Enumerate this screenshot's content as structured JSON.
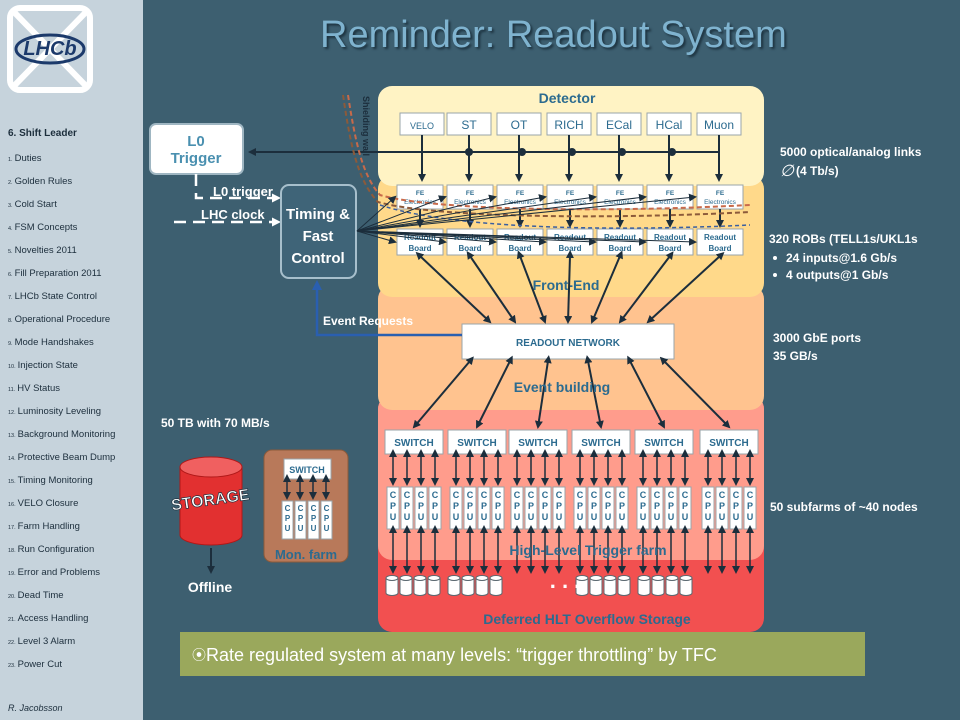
{
  "title": "Reminder: Readout System",
  "logo_text": "LHCb",
  "sidebar": {
    "heading": "6. Shift Leader",
    "items": [
      {
        "num": "1.",
        "label": "Duties"
      },
      {
        "num": "2.",
        "label": "Golden Rules"
      },
      {
        "num": "3.",
        "label": "Cold Start"
      },
      {
        "num": "4.",
        "label": "FSM Concepts"
      },
      {
        "num": "5.",
        "label": "Novelties 2011"
      },
      {
        "num": "6.",
        "label": "Fill Preparation 2011"
      },
      {
        "num": "7.",
        "label": "LHCb State Control"
      },
      {
        "num": "8.",
        "label": "Operational Procedure"
      },
      {
        "num": "9.",
        "label": "Mode Handshakes"
      },
      {
        "num": "10.",
        "label": "Injection State"
      },
      {
        "num": "11.",
        "label": "HV Status"
      },
      {
        "num": "12.",
        "label": "Luminosity Leveling"
      },
      {
        "num": "13.",
        "label": "Background Monitoring"
      },
      {
        "num": "14.",
        "label": "Protective Beam Dump"
      },
      {
        "num": "15.",
        "label": "Timing Monitoring"
      },
      {
        "num": "16.",
        "label": "VELO Closure"
      },
      {
        "num": "17.",
        "label": "Farm Handling"
      },
      {
        "num": "18.",
        "label": "Run Configuration"
      },
      {
        "num": "19.",
        "label": "Error and Problems"
      },
      {
        "num": "20.",
        "label": "Dead Time"
      },
      {
        "num": "21.",
        "label": "Access Handling"
      },
      {
        "num": "22.",
        "label": "Level 3 Alarm"
      },
      {
        "num": "23.",
        "label": "Power Cut"
      }
    ],
    "author": "R. Jacobsson"
  },
  "diagram": {
    "detector_label": "Detector",
    "subdetectors": [
      "VELO",
      "ST",
      "OT",
      "RICH",
      "ECal",
      "HCal",
      "Muon"
    ],
    "shielding_label": "Shielding wall",
    "fe_line1": "FE",
    "fe_line2": "Electronics",
    "rb_line1": "Readout",
    "rb_line2": "Board",
    "front_end_label": "Front-End",
    "readout_network": "READOUT NETWORK",
    "event_building_label": "Event building",
    "switch_label": "SWITCH",
    "cpu_letters": [
      "C",
      "P",
      "U"
    ],
    "hlt_label": "High-Level Trigger farm",
    "deferred_label": "Deferred HLT Overflow Storage",
    "ellipsis": ". . .",
    "l0_trigger_line1": "L0",
    "l0_trigger_line2": "Trigger",
    "l0_trigger_signal": "L0 trigger",
    "lhc_clock": "LHC clock",
    "tfc_line1": "Timing &",
    "tfc_line2": "Fast",
    "tfc_line3": "Control",
    "event_requests": "Event Requests",
    "storage_label": "STORAGE",
    "storage_rate": "50 TB with 70 MB/s",
    "offline_label": "Offline",
    "mon_farm_label": "Mon. farm",
    "ann_links_1": "5000 optical/analog links",
    "ann_links_2": "(4 Tb/s)",
    "ann_links_symbol": "∅",
    "ann_robs": "320 ROBs (TELL1s/UKL1s",
    "ann_robs_b1": "24 inputs@1.6 Gb/s",
    "ann_robs_b2": "4 outputs@1 Gb/s",
    "ann_gbe_1": "3000 GbE ports",
    "ann_gbe_2": "35 GB/s",
    "ann_subfarms": "50 subfarms of ~40 nodes"
  },
  "banner": {
    "bullet": "⦿",
    "text": "Rate regulated system at many levels: “trigger throttling” by TFC"
  },
  "colors": {
    "background": "#3d5f70",
    "sidebar": "#c6d3dc",
    "title": "#7fb3cf",
    "detector_band": "#fff3c4",
    "frontend_band": "#ffd98a",
    "event_band": "#ffc38f",
    "hlt_band": "#ff9c8c",
    "deferred_band": "#f25050",
    "banner": "#9aa85c",
    "stage_label": "#2c6b8f",
    "storage": "#e23030",
    "mon_farm": "#b8795a"
  }
}
